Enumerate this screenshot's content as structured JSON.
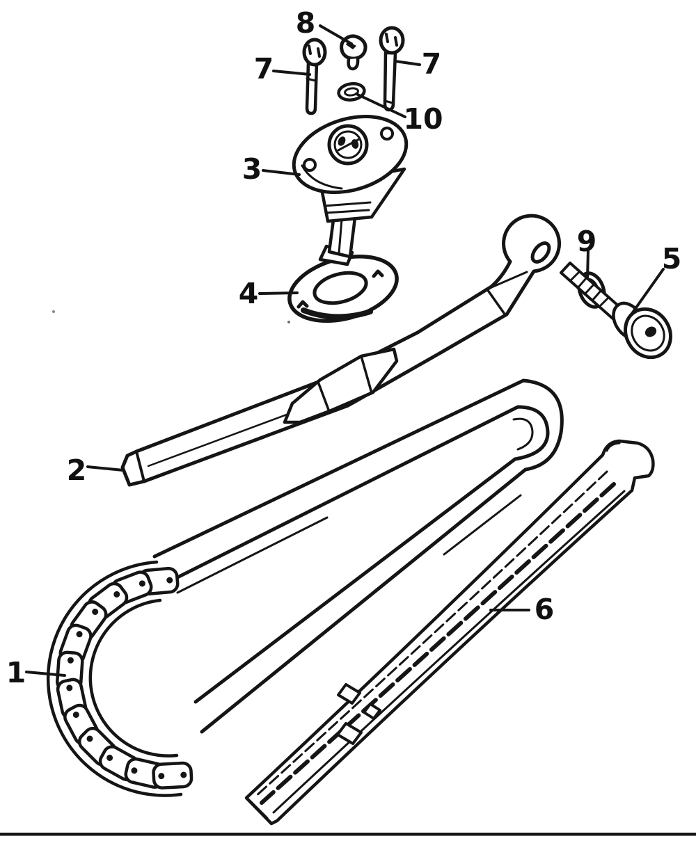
{
  "diagram": {
    "background_color": "#ffffff",
    "ink_color": "#151515",
    "callouts": [
      "1",
      "2",
      "3",
      "4",
      "5",
      "6",
      "7",
      "7",
      "8",
      "9",
      "10"
    ]
  }
}
